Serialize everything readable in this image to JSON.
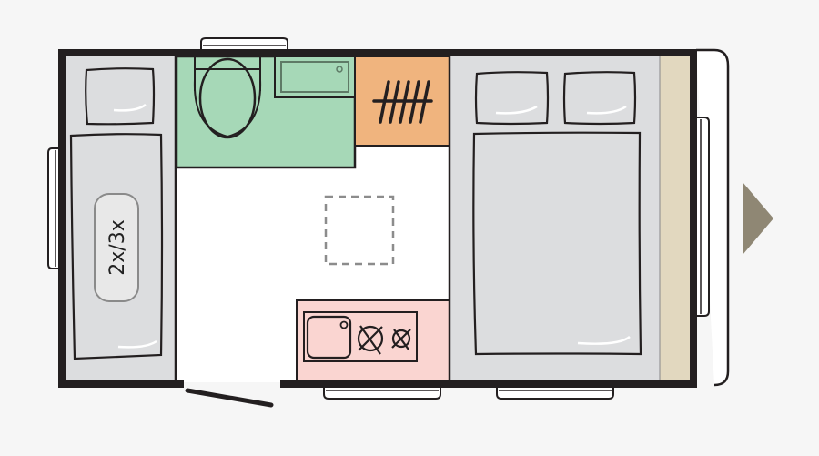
{
  "diagram": {
    "type": "caravan-floor-plan",
    "background": "#f6f6f6",
    "colors": {
      "wall": "#231f20",
      "bed_area": "#dcdddf",
      "bathroom": "#a6d8b7",
      "wardrobe": "#f0b47e",
      "kitchen": "#fad5d1",
      "front_storage": "#e2d8bf",
      "floor": "#ffffff",
      "direction_arrow": "#8f8774",
      "skylight": "#8c8c8c"
    },
    "rooms": {
      "rear_bed": {
        "label": "2x/3x",
        "pillows": 1
      },
      "bathroom": {
        "fixtures": [
          "toilet",
          "washbasin"
        ]
      },
      "wardrobe": {
        "icon": "hanger-rail"
      },
      "kitchen": {
        "fixtures": [
          "sink",
          "burner",
          "burner"
        ]
      },
      "front_bed": {
        "pillows": 2
      },
      "front_storage": {}
    },
    "features": [
      "entrance-door",
      "skylight",
      "windows",
      "drawbar-direction-arrow"
    ]
  }
}
